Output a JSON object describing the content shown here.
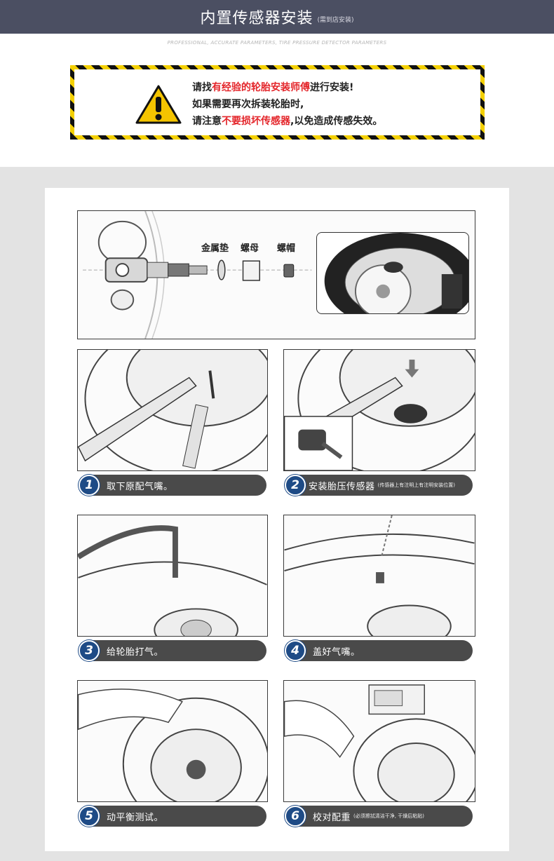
{
  "header": {
    "title": "内置传感器安装",
    "subtitle": "(需到店安装)"
  },
  "tagline": "PROFESSIONAL, ACCURATE PARAMETERS, TIRE PRESSURE DETECTOR PARAMETERS",
  "warning": {
    "line1_pre": "请找",
    "line1_red": "有经验的轮胎安装师傅",
    "line1_post": "进行安装!",
    "line2": "如果需要再次拆装轮胎时,",
    "line3_pre": "请注意",
    "line3_red": "不要损坏传感器",
    "line3_post": ",以免造成传感失效。"
  },
  "parts": {
    "washer": "金属垫",
    "nut": "螺母",
    "cap": "螺帽"
  },
  "steps": [
    {
      "num": "1",
      "text": "取下原配气嘴。",
      "note": ""
    },
    {
      "num": "2",
      "text": "安装胎压传感器",
      "note": "(传感器上有注明上有注明安装位置)"
    },
    {
      "num": "3",
      "text": "给轮胎打气。",
      "note": ""
    },
    {
      "num": "4",
      "text": "盖好气嘴。",
      "note": ""
    },
    {
      "num": "5",
      "text": "动平衡测试。",
      "note": ""
    },
    {
      "num": "6",
      "text": "校对配重",
      "note": "(必须擦拭清洁干净, 干燥后粘贴)"
    }
  ],
  "colors": {
    "header_bg": "#4b4f62",
    "warning_red": "#e4262b",
    "stripe_yellow": "#f4d000",
    "step_bar": "#4a4a4a",
    "step_circle": "#1e4b86"
  }
}
